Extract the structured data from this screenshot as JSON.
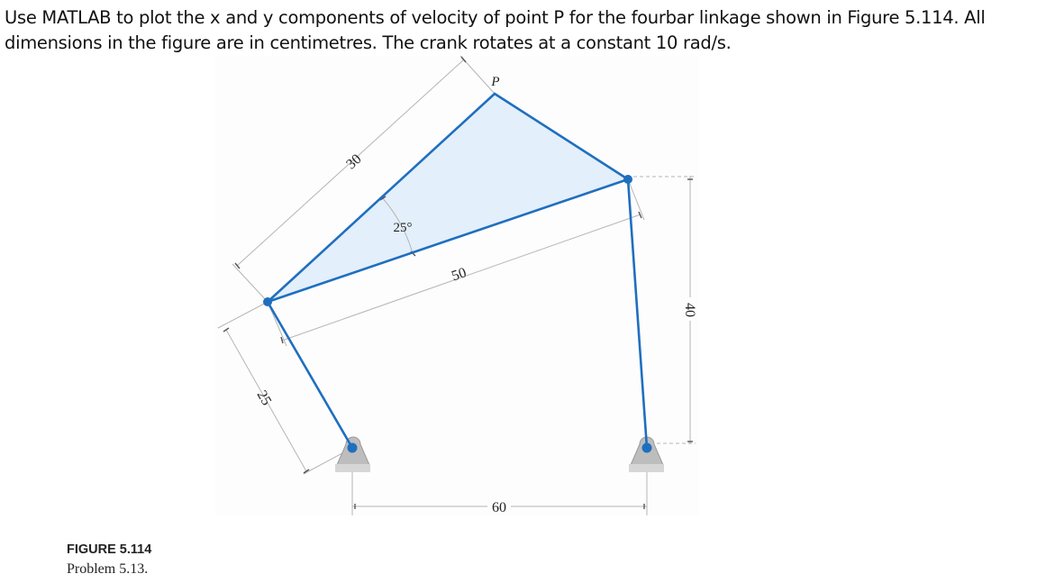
{
  "problem": {
    "line1": "Use MATLAB to plot the x and y components of velocity of point P for the fourbar linkage shown in Figure 5.114. All",
    "line2": "dimensions in the figure are in centimetres. The crank rotates at a constant 10 rad/s."
  },
  "figure": {
    "point_label": "P",
    "dims": {
      "crank": "25",
      "coupler_side": "30",
      "coupler_base": "50",
      "angle": "25°",
      "ground": "60",
      "rocker": "40"
    },
    "colors": {
      "link": "#1f6fbf",
      "fill": "#e3effa",
      "dim_line": "#b5b5b5",
      "support": "#bdbdbd"
    }
  },
  "caption": {
    "number": "FIGURE 5.114",
    "text": "Problem 5.13."
  }
}
